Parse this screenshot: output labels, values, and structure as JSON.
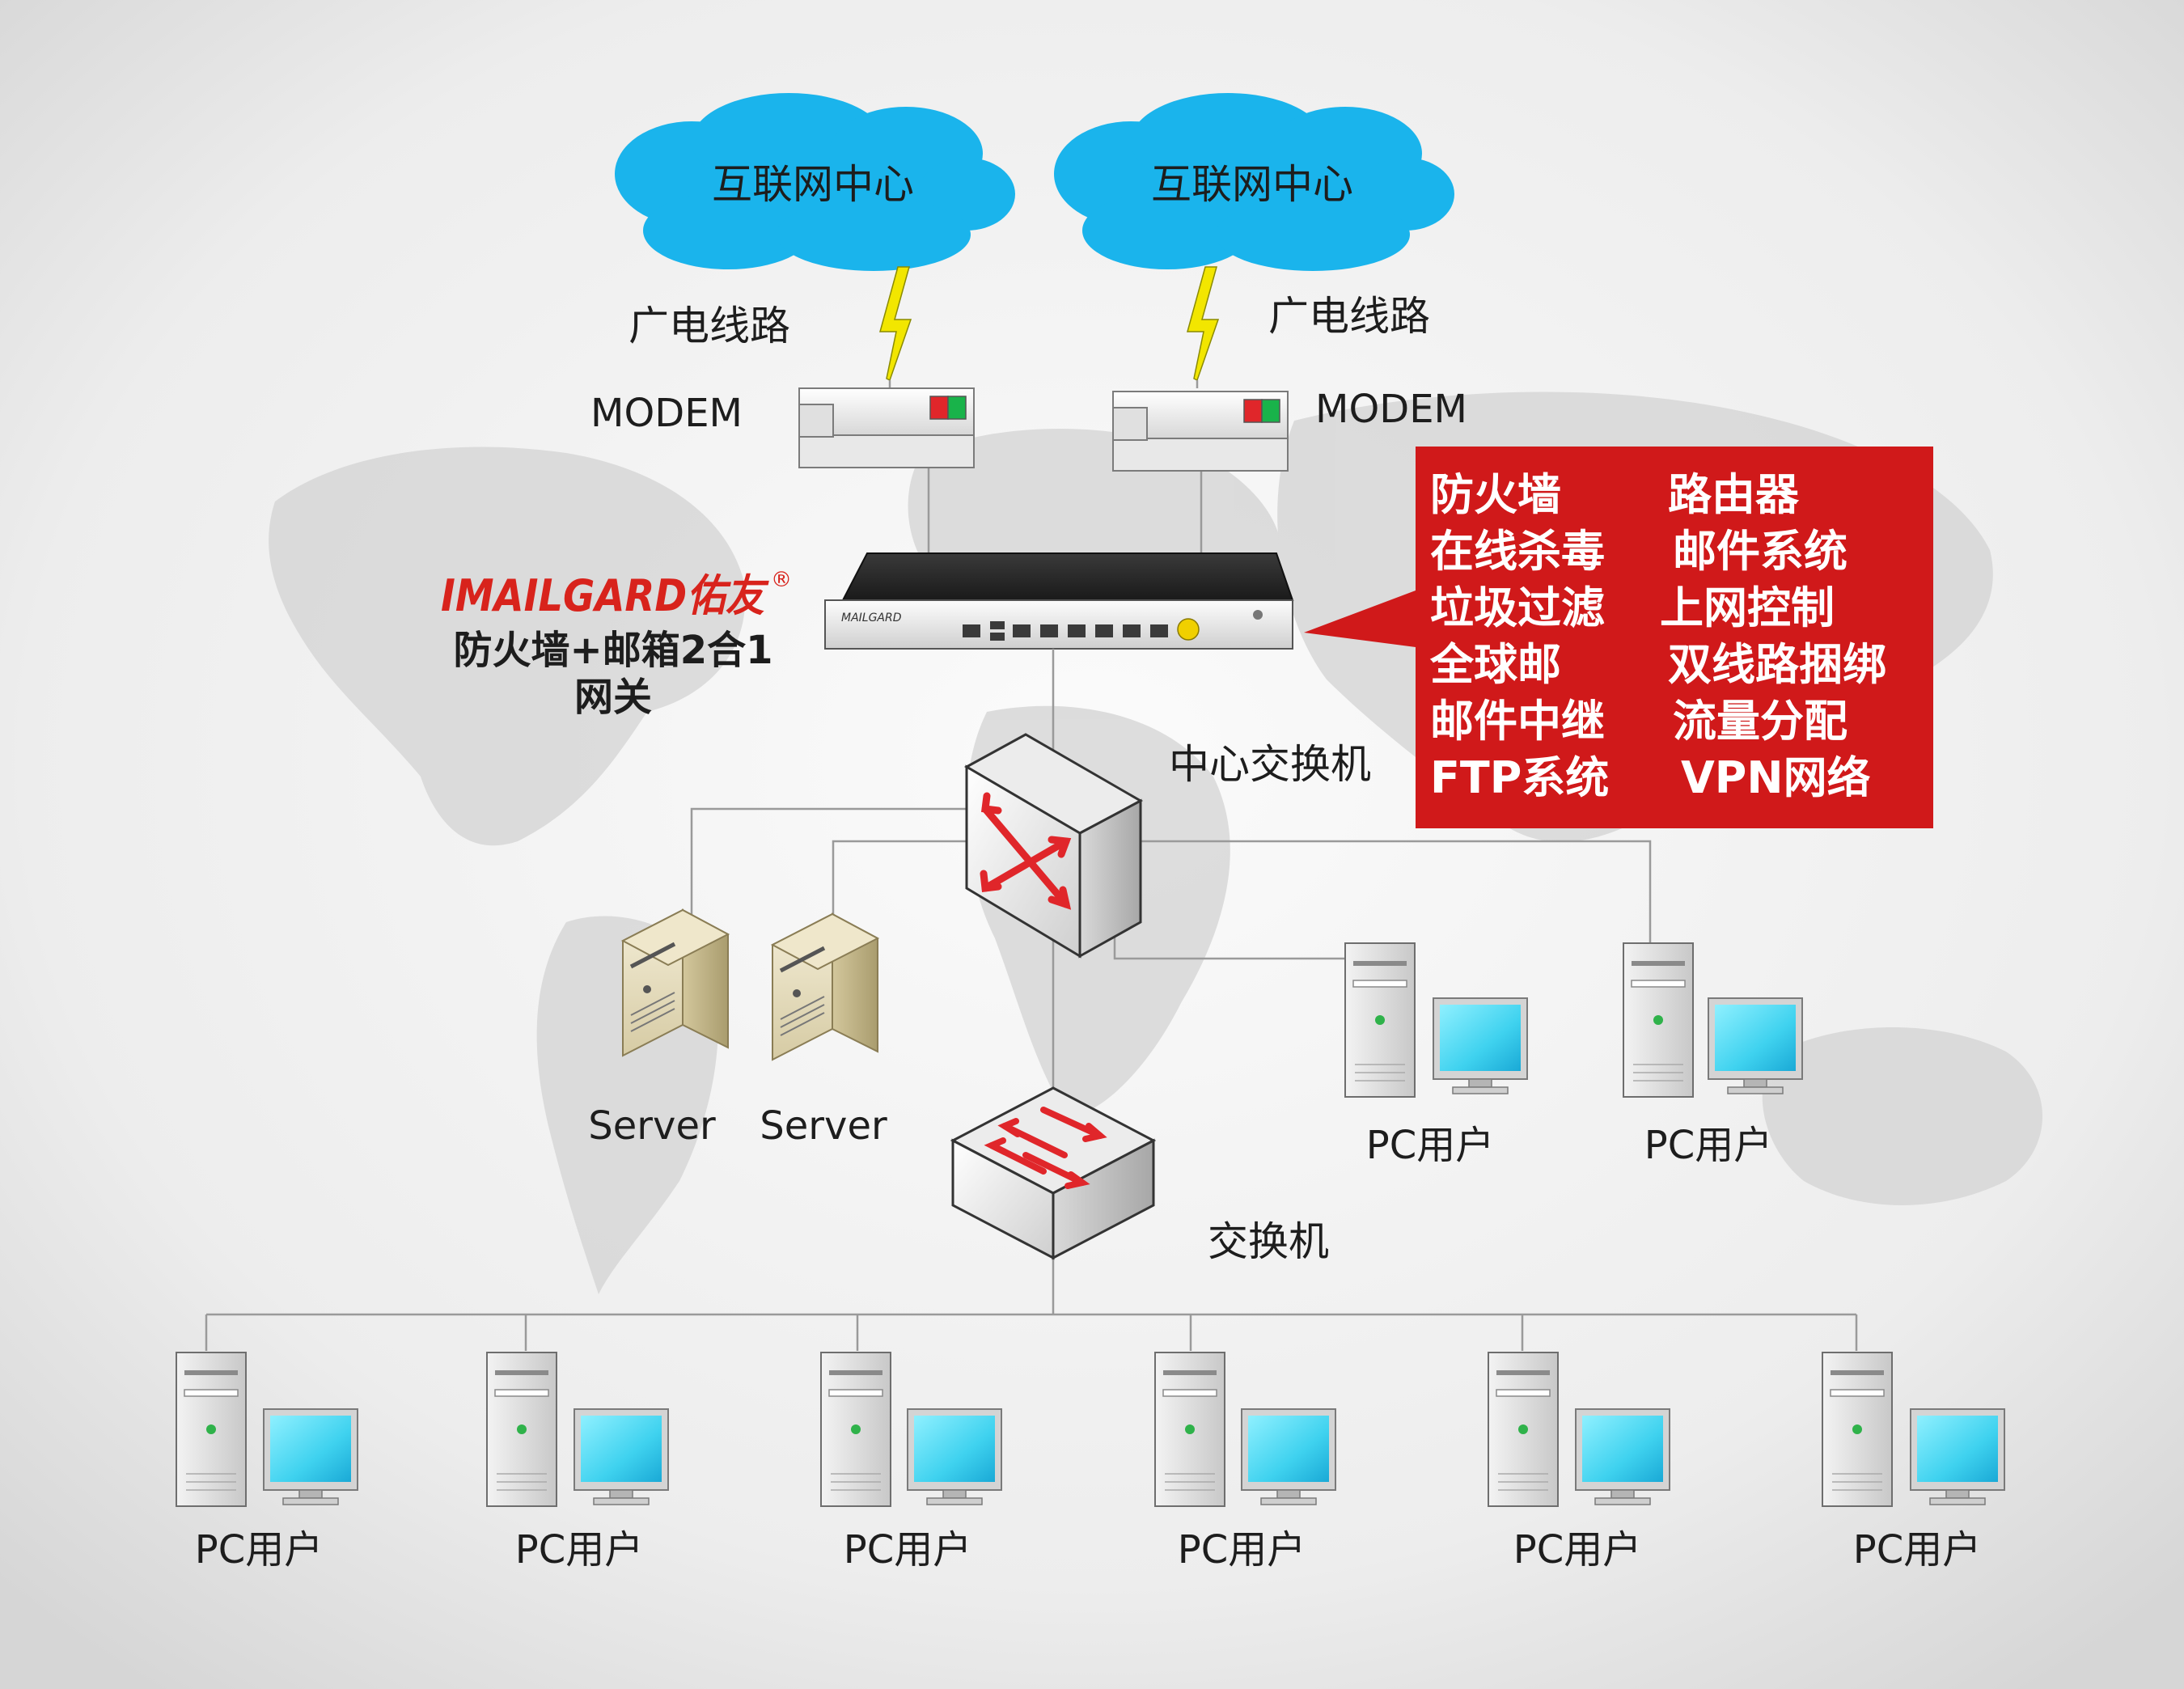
{
  "clouds": [
    {
      "label": "互联网中心"
    },
    {
      "label": "互联网中心"
    }
  ],
  "lines": [
    {
      "label": "广电线路"
    },
    {
      "label": "广电线路"
    }
  ],
  "modems": [
    {
      "label": "MODEM"
    },
    {
      "label": "MODEM"
    }
  ],
  "brand": {
    "logo_text": "IMAILGARD佑友",
    "registered_mark": "®",
    "caption_line1": "防火墙+邮箱2合1",
    "caption_line2": "网关"
  },
  "features": {
    "left": [
      "防火墙",
      "在线杀毒",
      "垃圾过滤",
      "全球邮",
      "邮件中继",
      "FTP系统"
    ],
    "right": [
      "路由器",
      "邮件系统",
      "上网控制",
      "双线路捆绑",
      "流量分配",
      "VPN网络"
    ]
  },
  "core_switch": {
    "label": "中心交换机"
  },
  "switch": {
    "label": "交换机"
  },
  "servers": [
    {
      "label": "Server"
    },
    {
      "label": "Server"
    }
  ],
  "core_pcs": [
    {
      "label": "PC用户"
    },
    {
      "label": "PC用户"
    }
  ],
  "bottom_pcs": [
    {
      "label": "PC用户"
    },
    {
      "label": "PC用户"
    },
    {
      "label": "PC用户"
    },
    {
      "label": "PC用户"
    },
    {
      "label": "PC用户"
    },
    {
      "label": "PC用户"
    }
  ],
  "colors": {
    "cloud": "#1ab4ec",
    "callout": "#d0191a",
    "logo": "#d8231c",
    "link": "#999999",
    "lightning": "#f2e600",
    "monitor_screen": "#3fd2ef"
  }
}
